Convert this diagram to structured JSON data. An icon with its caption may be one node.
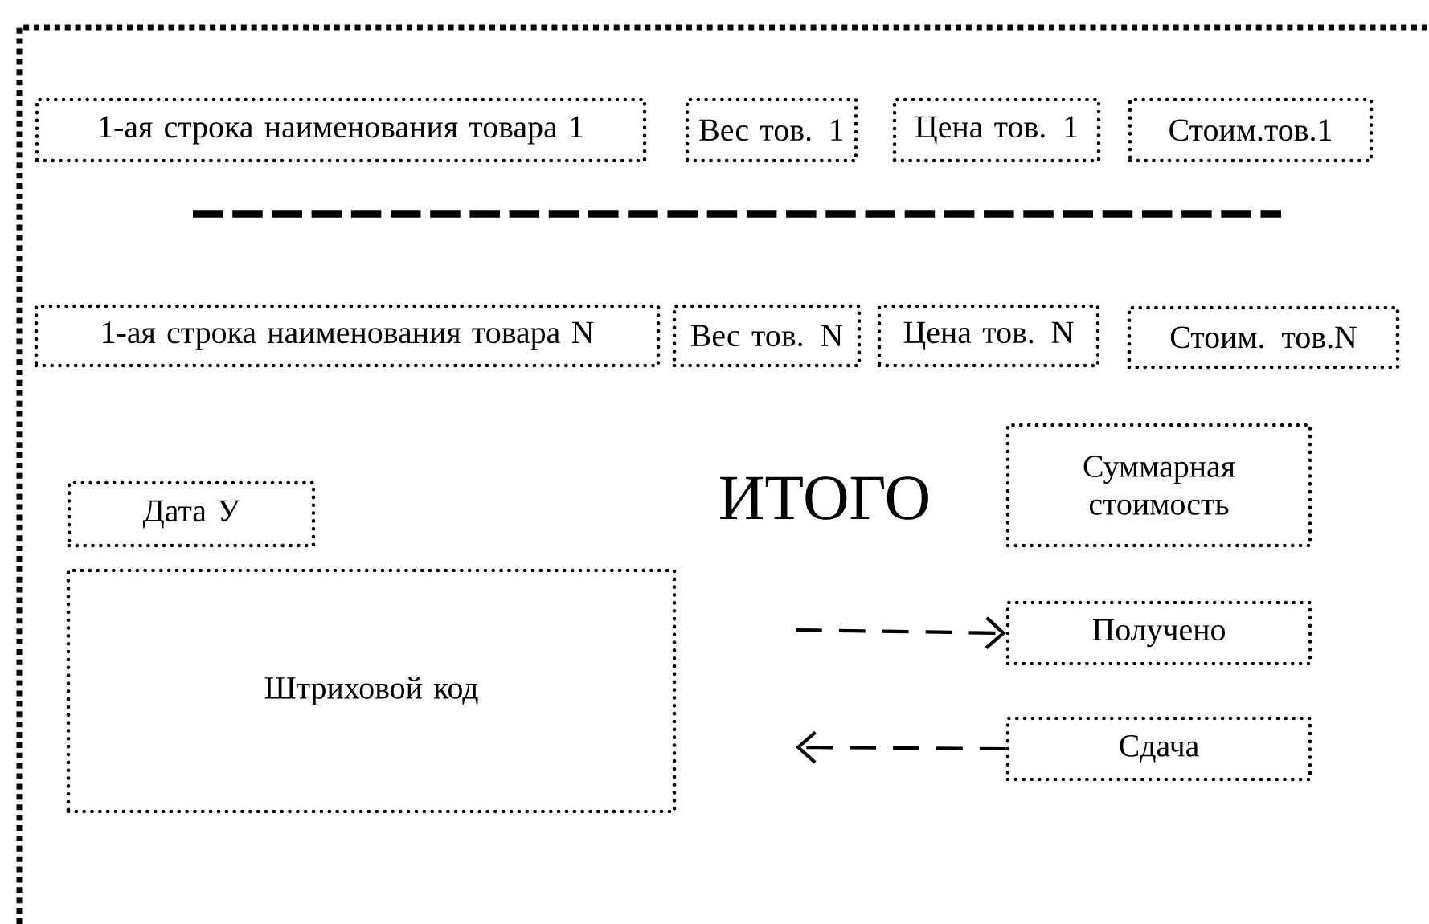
{
  "diagram": {
    "nodes": [
      {
        "text": [
          "1-ая строка наименования товара 1"
        ]
      },
      {
        "text": [
          "Вес тов. 1"
        ]
      },
      {
        "text": [
          "Цена тов. 1"
        ]
      },
      {
        "text": [
          "Стоим.тов.1"
        ]
      },
      {
        "text": [
          "1-ая строка наименования товара N"
        ]
      },
      {
        "text": [
          "Вес тов. N"
        ]
      },
      {
        "text": [
          "Цена тов. N"
        ]
      },
      {
        "text": [
          "Стоим. тов.N"
        ]
      },
      {
        "text": [
          "Дата У"
        ]
      },
      {
        "text": [
          "Штриховой код"
        ]
      },
      {
        "text": [
          "Суммарная стоимость"
        ]
      },
      {
        "text": [
          "Получено"
        ]
      },
      {
        "text": [
          "Сдача"
        ]
      }
    ],
    "edges": [
      {
        "from": null,
        "to": 11,
        "arrow": "to",
        "style": "dashed"
      },
      {
        "from": 12,
        "to": null,
        "arrow": "to",
        "style": "dashed"
      }
    ],
    "labels": [
      "ИТОГО"
    ]
  }
}
